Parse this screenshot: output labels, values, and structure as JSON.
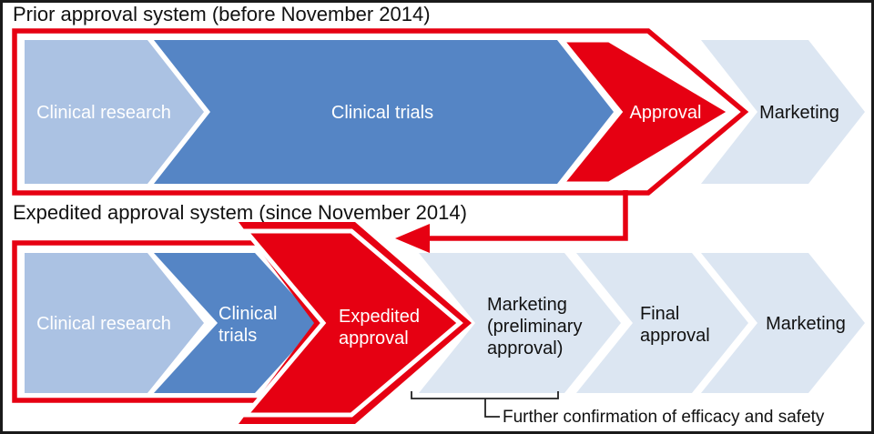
{
  "page": {
    "background": "#ffffff",
    "border_color": "#1a1a1a"
  },
  "colors": {
    "red": "#e60012",
    "light_blue": "#abc2e3",
    "medium_blue": "#5585c5",
    "pale_blue": "#dce6f2",
    "dark_text": "#111111",
    "white_text": "#ffffff"
  },
  "prior_system": {
    "title": "Prior approval system (before November 2014)",
    "steps": [
      {
        "lines": [
          "Clinical research"
        ]
      },
      {
        "lines": [
          "Clinical trials"
        ]
      },
      {
        "lines": [
          "Approval"
        ]
      },
      {
        "lines": [
          "Marketing"
        ]
      }
    ]
  },
  "expedited_system": {
    "title": "Expedited approval system (since November 2014)",
    "steps": [
      {
        "lines": [
          "Clinical research"
        ]
      },
      {
        "lines": [
          "Clinical",
          "trials"
        ]
      },
      {
        "lines": [
          "Expedited",
          "approval"
        ]
      },
      {
        "lines": [
          "Marketing",
          "(preliminary",
          "approval)"
        ]
      },
      {
        "lines": [
          "Final",
          "approval"
        ]
      },
      {
        "lines": [
          "Marketing"
        ]
      }
    ]
  },
  "annotation": {
    "note": "Further confirmation of efficacy and safety"
  }
}
